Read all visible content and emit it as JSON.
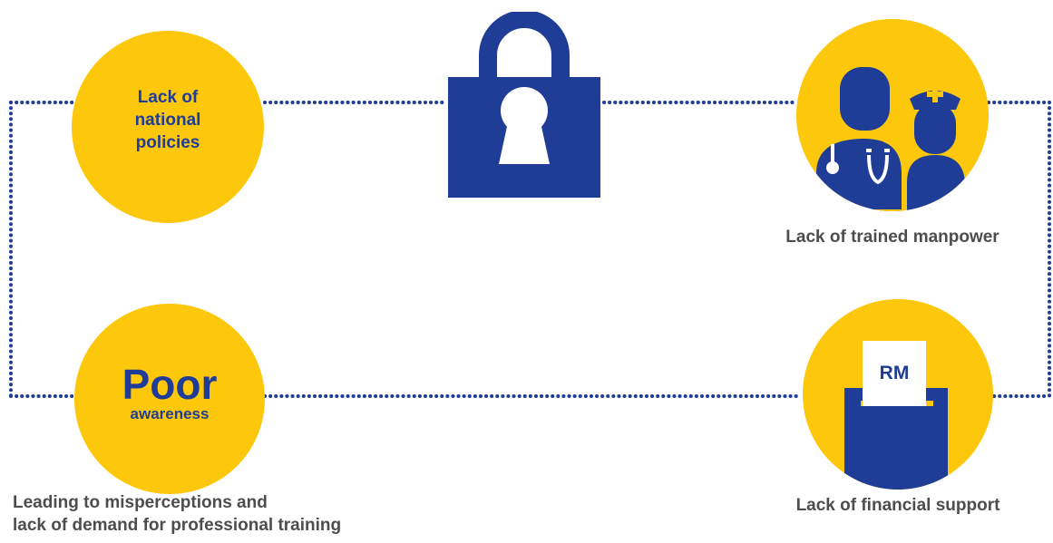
{
  "colors": {
    "yellow": "#FDC70C",
    "blue": "#1F3C96",
    "label_gray": "#4D4D4D"
  },
  "nodes": {
    "national_policies": {
      "text": "Lack of\nnational\npolicies"
    },
    "lock": {
      "icon": "keyhole-padlock-icon"
    },
    "manpower": {
      "icon": "doctor-and-nurse-icon",
      "label": "Lack of trained manpower"
    },
    "awareness": {
      "title": "Poor",
      "subtitle": "awareness",
      "caption_line1": "Leading to misperceptions and",
      "caption_line2": "lack of demand for professional training"
    },
    "financial": {
      "icon": "ballot-box-icon",
      "note_text": "RM",
      "label": "Lack of financial support"
    }
  }
}
